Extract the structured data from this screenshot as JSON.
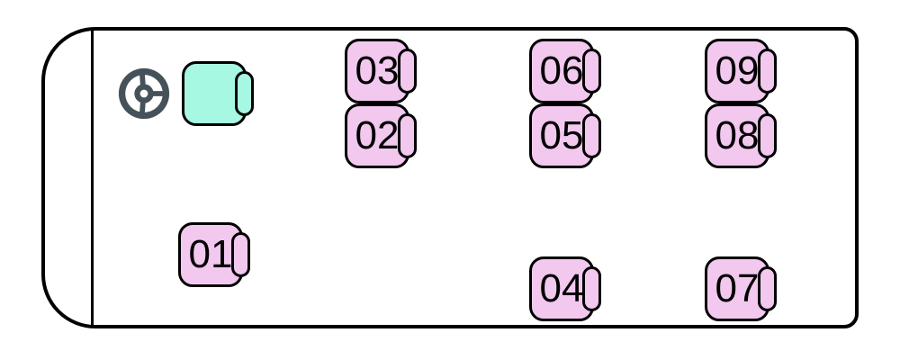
{
  "diagram": {
    "type": "bus-seat-map",
    "orientation": "front-left",
    "driver": {
      "steering_wheel_icon": "steering-wheel",
      "seat_label": ""
    },
    "seats": [
      {
        "id": "01",
        "label": "01"
      },
      {
        "id": "02",
        "label": "02"
      },
      {
        "id": "03",
        "label": "03"
      },
      {
        "id": "04",
        "label": "04"
      },
      {
        "id": "05",
        "label": "05"
      },
      {
        "id": "06",
        "label": "06"
      },
      {
        "id": "07",
        "label": "07"
      },
      {
        "id": "08",
        "label": "08"
      },
      {
        "id": "09",
        "label": "09"
      }
    ],
    "colors": {
      "seat_pink": "#F2C8EF",
      "driver_teal": "#A6F8E2",
      "outline": "#000000",
      "steering": "#46525A"
    }
  }
}
